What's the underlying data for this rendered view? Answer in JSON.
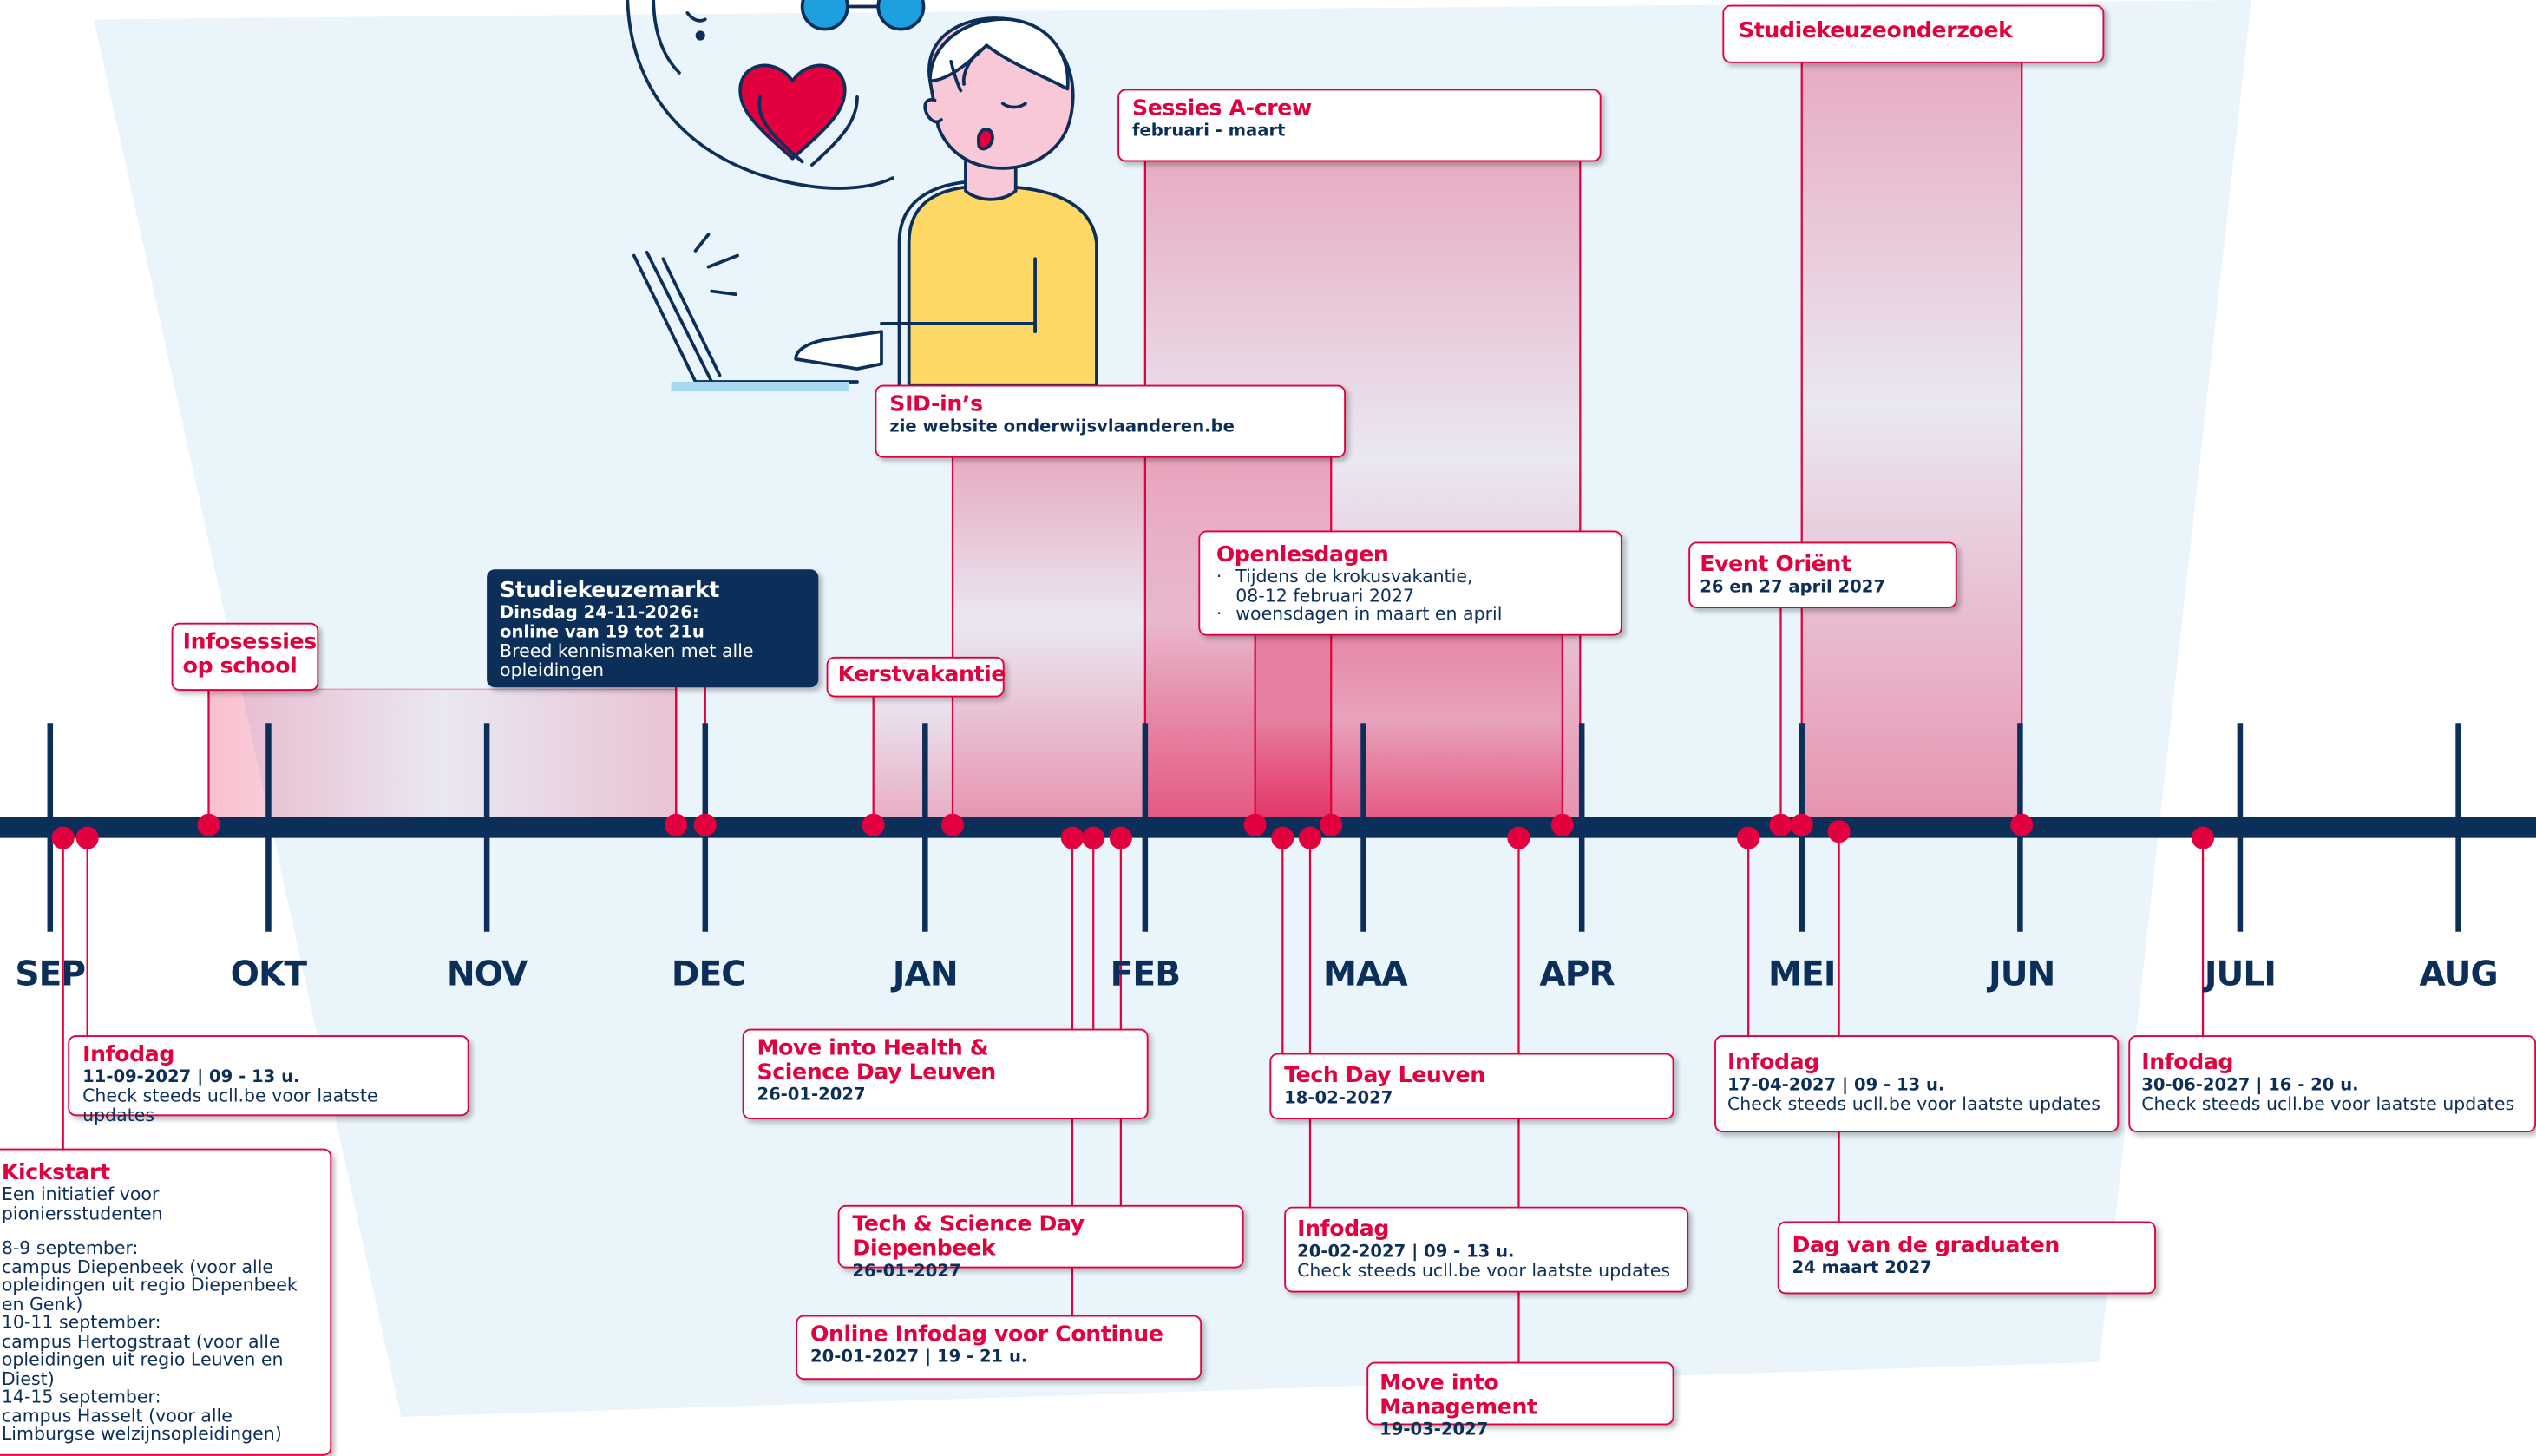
{
  "months": [
    "SEP",
    "OKT",
    "NOV",
    "DEC",
    "JAN",
    "FEB",
    "MAA",
    "APR",
    "MEI",
    "JUN",
    "JULI",
    "AUG"
  ],
  "colors": {
    "navy": "#0c2f5a",
    "accent": "#e2003e",
    "background_shape": "#eaf4fb"
  },
  "events": {
    "infosessies": {
      "title": "Infosessies op school"
    },
    "studiekeuzemarkt": {
      "title": "Studiekeuzemarkt",
      "subtitle": "Dinsdag 24-11-2026: online van 19 tot 21u",
      "body": "Breed kennismaken met alle opleidingen"
    },
    "kerstvakantie": {
      "title": "Kerstvakantie"
    },
    "sid_ins": {
      "title": "SID-in’s",
      "subtitle": "zie website onderwijsvlaanderen.be"
    },
    "sessies_acrew": {
      "title": "Sessies A-crew",
      "subtitle": "februari - maart"
    },
    "openlesdagen": {
      "title": "Openlesdagen",
      "items": [
        "Tijdens de krokusvakantie, 08-12 februari 2027",
        "woensdagen in maart en april"
      ]
    },
    "event_orient": {
      "title": "Event Oriënt",
      "subtitle": "26 en 27 april 2027"
    },
    "studiekeuzeonderzoek": {
      "title": "Studiekeuzeonderzoek"
    },
    "infodag_sep": {
      "title": "Infodag",
      "subtitle": "11-09-2027 | 09 - 13 u.",
      "body": "Check steeds ucll.be voor laatste updates"
    },
    "kickstart": {
      "title": "Kickstart",
      "intro": "Een initiatief voor pioniersstudenten",
      "d1": "8-9 september:",
      "d1_body": "campus Diepenbeek (voor alle opleidingen uit regio Diepenbeek en Genk)",
      "d2": "10-11 september:",
      "d2_body": "campus Hertogstraat (voor alle opleidingen uit regio Leuven en Diest)",
      "d3": "14-15 september:",
      "d3_body": "campus Hasselt (voor alle Limburgse welzijnsopleidingen)"
    },
    "move_health": {
      "title": "Move into Health & Science Day Leuven",
      "subtitle": "26-01-2027"
    },
    "tech_science": {
      "title": "Tech & Science Day Diepenbeek",
      "subtitle": "26-01-2027"
    },
    "online_infodag": {
      "title": "Online Infodag voor Continue",
      "subtitle": "20-01-2027 | 19 - 21 u."
    },
    "tech_day": {
      "title": "Tech Day Leuven",
      "subtitle": "18-02-2027"
    },
    "infodag_feb": {
      "title": "Infodag",
      "subtitle": "20-02-2027 | 09 - 13 u.",
      "body": "Check steeds ucll.be voor laatste updates"
    },
    "move_mgmt": {
      "title": "Move into Management",
      "subtitle": "19-03-2027"
    },
    "infodag_apr": {
      "title": "Infodag",
      "subtitle": "17-04-2027 | 09 - 13 u.",
      "body": "Check steeds ucll.be voor laatste updates"
    },
    "dag_graduaten": {
      "title": "Dag van de graduaten",
      "subtitle": "24 maart 2027"
    },
    "infodag_jun": {
      "title": "Infodag",
      "subtitle": "30-06-2027 | 16 - 20 u.",
      "body": "Check steeds ucll.be voor laatste updates"
    }
  }
}
